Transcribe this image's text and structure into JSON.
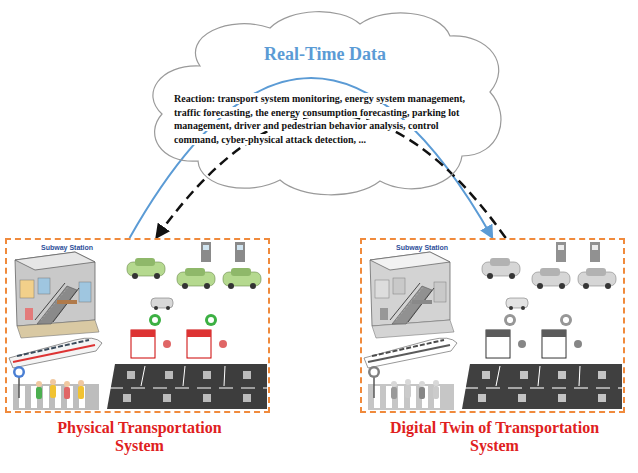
{
  "diagram": {
    "nodes": [
      {
        "text": [
          "Real-Time Data",
          "Reaction: transport system monitoring, energy system management, traffic forecasting, the energy consumption forecasting, parking lot management, driver and pedestrian behavior analysis, control command, cyber-physical attack detection, ..."
        ]
      },
      {
        "text": [
          "Physical Transportation System"
        ]
      },
      {
        "text": [
          "Digital Twin of Transportation System"
        ]
      }
    ],
    "edges": [
      {
        "from": 1,
        "to": 2,
        "arrow": "to"
      },
      {
        "from": 2,
        "to": 1,
        "arrow": "to"
      }
    ],
    "labels": [
      "Subway Station",
      "Subway Station"
    ]
  }
}
